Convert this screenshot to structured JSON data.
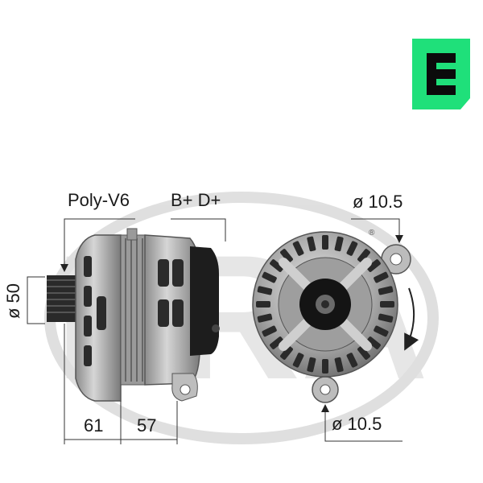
{
  "labels": {
    "pulley": "Poly-V6",
    "terminals": "B+ D+",
    "top_hole": "ø 10.5",
    "bottom_hole": "ø 10.5",
    "pulley_diameter": "ø 50",
    "dim_left": "61",
    "dim_right": "57"
  },
  "logo": {
    "color": "#1fe07a",
    "watermark_text": "ERA"
  },
  "icons": [
    "era-logo-icon",
    "rotation-arrow-icon",
    "alternator-side-view",
    "alternator-front-view"
  ]
}
